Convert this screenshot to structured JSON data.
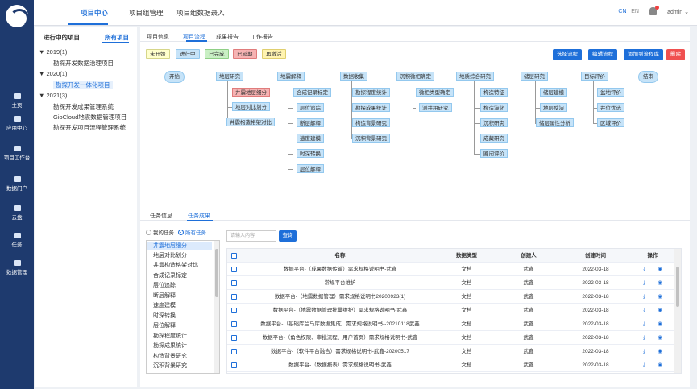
{
  "topnav": [
    "项目中心",
    "项目组管理",
    "项目组数据录入"
  ],
  "lang": {
    "cn": "CN",
    "sep": "|",
    "en": "EN"
  },
  "user": "admin ⌄",
  "sidebar": [
    "主页",
    "应用中心",
    "项目工作台",
    "数据门户",
    "云盘",
    "任务",
    "数据管理"
  ],
  "left": {
    "tabs": [
      "进行中的项目",
      "所有项目"
    ],
    "tree": [
      {
        "label": "▼ 2019(1)"
      },
      {
        "label": "勘探开发数据治理项目"
      },
      {
        "label": "▼ 2020(1)"
      },
      {
        "label": "勘探开发一体化项目"
      },
      {
        "label": "▼ 2021(3)"
      },
      {
        "label": "勘探开发成果管理系统"
      },
      {
        "label": "GioCloud地震数据管理项目"
      },
      {
        "label": "勘探开发项目流程管理系统"
      }
    ]
  },
  "main": {
    "tabs": [
      "项目信息",
      "项目流程",
      "成果报告",
      "工作报告"
    ],
    "legend": [
      "未开始",
      "进行中",
      "已完成",
      "已延期",
      "再激活"
    ],
    "legend_colors": [
      "#ffffcc",
      "#c6e3f8",
      "#c9efc4",
      "#f6b3b3",
      "#fff3b0"
    ],
    "actions": [
      "选择流程",
      "编辑流程",
      "添加到流程库",
      "删除"
    ]
  },
  "flow": {
    "start": "开始",
    "end": "结束",
    "phases": [
      {
        "label": "地层研究",
        "children": [
          "井震地层细分",
          "地层对比划分",
          "井震构造格架对比"
        ]
      },
      {
        "label": "地震解释",
        "children": [
          "合成记录标定",
          "层位追踪",
          "断层解释",
          "速度建模",
          "时深转换",
          "层位解释"
        ]
      },
      {
        "label": "数据收集",
        "children": [
          "勘探程度统计",
          "勘探成果统计",
          "构造背景研究",
          "沉积背景研究"
        ]
      },
      {
        "label": "沉积微相确定",
        "children": [
          "微相类型确定",
          "测井相研究"
        ]
      },
      {
        "label": "地质综合研究",
        "children": [
          "构造特征",
          "构造演化",
          "沉积研究",
          "成藏研究",
          "圈闭评价"
        ]
      },
      {
        "label": "储层研究",
        "children": [
          "储层建模",
          "地层反演",
          "储层属性分析"
        ]
      },
      {
        "label": "目标评价",
        "children": [
          "盆地评价",
          "井位优选",
          "区域评价"
        ]
      }
    ]
  },
  "bottom": {
    "tabs": [
      "任务信息",
      "任务成果"
    ],
    "radios": [
      "我的任务",
      "所有任务"
    ],
    "search_placeholder": "请输入内容",
    "search_btn": "查询",
    "task_list": [
      "井震地层细分",
      "地层对比划分",
      "井震构造格架对比",
      "合成记录标定",
      "层位追踪",
      "断层解释",
      "速度建模",
      "时深转换",
      "层位解释",
      "勘探程度统计",
      "勘探成果统计",
      "构造背景研究",
      "沉积背景研究"
    ],
    "table": {
      "headers": [
        "名称",
        "数据类型",
        "创建人",
        "创建时间",
        "操作"
      ],
      "rows": [
        [
          "数据平台-（成果数据传输）需求规格说明书-武鑫",
          "文档",
          "武鑫",
          "2022-03-18"
        ],
        [
          "常规平台维护",
          "文档",
          "武鑫",
          "2022-03-18"
        ],
        [
          "数据平台-（地震数据管理）需求规格说明书20200923(1)",
          "文档",
          "武鑫",
          "2022-03-18"
        ],
        [
          "数据平台-（地震数据管理批量维护）需求规格说明书-武鑫",
          "文档",
          "武鑫",
          "2022-03-18"
        ],
        [
          "数据平台-（基础库兰马库数据集成）需求规格说明书--20210118武鑫",
          "文档",
          "武鑫",
          "2022-03-18"
        ],
        [
          "数据平台-（角色权限、审批流程、用户首页）需求规格说明书-武鑫",
          "文档",
          "武鑫",
          "2022-03-18"
        ],
        [
          "数据平台-（软件平台融合）需求规格说明书-武鑫-20200517",
          "文档",
          "武鑫",
          "2022-03-18"
        ],
        [
          "数据平台-（数据报表）需求规格说明书-武鑫",
          "文档",
          "武鑫",
          "2022-03-18"
        ]
      ]
    }
  }
}
